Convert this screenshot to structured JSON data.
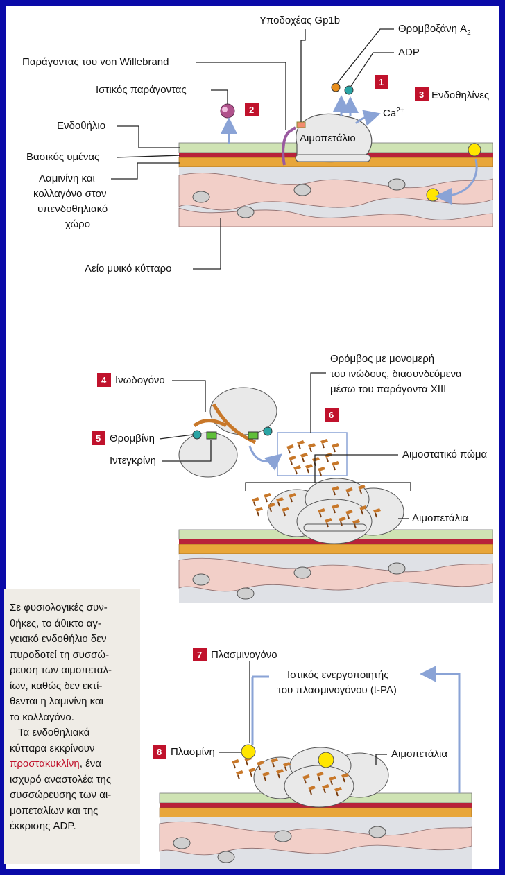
{
  "panel1": {
    "labels": {
      "receptor": "Υποδοχέας Gp1b",
      "thromboxane": "Θρομβοξάνη A",
      "thromboxane_sub": "2",
      "adp": "ADP",
      "vwf": "Παράγοντας του von Willebrand",
      "tissue_factor": "Ιστικός παράγοντας",
      "endothelium": "Ενδοθήλιο",
      "basement": "Βασικός υμένας",
      "laminin_1": "Λαμινίνη και",
      "laminin_2": "κολλαγόνο στον",
      "laminin_3": "υπενδοθηλιακό",
      "laminin_4": "χώρο",
      "smooth_muscle": "Λείο μυικό κύτταρο",
      "platelet": "Αιμοπετάλιο",
      "ca": "Ca",
      "ca_sup": "2+",
      "endothelins": "Ενδοθηλίνες"
    },
    "badges": {
      "b1": "1",
      "b2": "2",
      "b3": "3"
    }
  },
  "panel2": {
    "labels": {
      "fibrinogen": "Ινωδογόνο",
      "thrombin": "Θρομβίνη",
      "integrin": "Ιντεγκρίνη",
      "clot_1": "Θρόμβος με μονομερή",
      "clot_2": "του ινώδους, διασυνδεόμενα",
      "clot_3": "μέσω του παράγοντα XIII",
      "plug": "Αιμοστατικό πώμα",
      "platelets": "Αιμοπετάλια"
    },
    "badges": {
      "b4": "4",
      "b5": "5",
      "b6": "6"
    }
  },
  "panel3": {
    "labels": {
      "plasminogen": "Πλασμινογόνο",
      "tpa_1": "Ιστικός ενεργοποιητής",
      "tpa_2": "του πλασμινογόνου (t-PA)",
      "plasmin": "Πλασμίνη",
      "platelets": "Αιμοπετάλια"
    },
    "badges": {
      "b7": "7",
      "b8": "8"
    }
  },
  "note": {
    "line1": "Σε φυσιολογικές συν-",
    "line2": "θήκες, το άθικτο αγ-",
    "line3": "γειακό ενδοθήλιο δεν",
    "line4": "πυροδοτεί τη συσσώ-",
    "line5": "ρευση των αιμοπεταλ-",
    "line6": "ίων, καθώς δεν εκτί-",
    "line7": "θενται η λαμινίνη και",
    "line8": "το κολλαγόνο.",
    "line9": "Τα ενδοθηλιακά",
    "line10": "κύτταρα εκκρίνουν",
    "line11_red": "προστακυκλίνη",
    "line11_rest": ", ένα",
    "line12": "ισχυρό αναστολέα της",
    "line13": "συσσώρευσης των αι-",
    "line14": "μοπεταλίων και της",
    "line15": "έκκρισης ADP."
  },
  "colors": {
    "background": "#0a0aa8",
    "badge": "#c0122c",
    "endothelium": "#cfe3b4",
    "basement": "#b8223a",
    "laminin": "#e8a63a",
    "muscle": "#f2cfc8",
    "platelet": "#e9e9e9",
    "arrow": "#8aa3d6",
    "fibrin": "#c8782a"
  }
}
